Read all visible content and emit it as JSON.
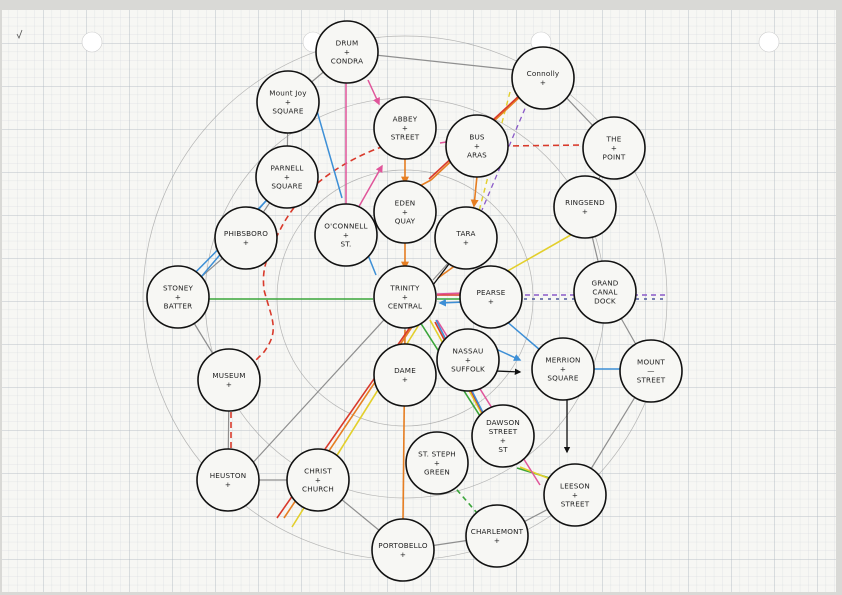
{
  "stations": [
    {
      "id": "drum",
      "lines": [
        "DRUM",
        "+",
        "CONDRA"
      ]
    },
    {
      "id": "mountjoy",
      "lines": [
        "Mount Joy",
        "+",
        "SQUARE"
      ]
    },
    {
      "id": "abbey",
      "lines": [
        "ABBEY",
        "+",
        "STREET"
      ]
    },
    {
      "id": "busaras",
      "lines": [
        "BUS",
        "+",
        "ARAS"
      ]
    },
    {
      "id": "connolly",
      "lines": [
        "Connolly",
        "+"
      ]
    },
    {
      "id": "thepoint",
      "lines": [
        "THE",
        "+",
        "POINT"
      ]
    },
    {
      "id": "parnell",
      "lines": [
        "PARNELL",
        "+",
        "SQUARE"
      ]
    },
    {
      "id": "ringsend",
      "lines": [
        "RINGSEND",
        "+"
      ]
    },
    {
      "id": "phibsboro",
      "lines": [
        "PHIBSBORO",
        "+"
      ]
    },
    {
      "id": "oconnell",
      "lines": [
        "O'CONNELL",
        "+",
        "ST."
      ]
    },
    {
      "id": "eden",
      "lines": [
        "EDEN",
        "+",
        "QUAY"
      ]
    },
    {
      "id": "tara",
      "lines": [
        "TARA",
        "+"
      ]
    },
    {
      "id": "stoney",
      "lines": [
        "STONEY",
        "+",
        "BATTER"
      ]
    },
    {
      "id": "trinity",
      "lines": [
        "TRINITY",
        "+",
        "CENTRAL"
      ]
    },
    {
      "id": "pearse",
      "lines": [
        "PEARSE",
        "+"
      ]
    },
    {
      "id": "grandcanal",
      "lines": [
        "GRAND",
        "CANAL",
        "DOCK"
      ]
    },
    {
      "id": "nassau",
      "lines": [
        "NASSAU",
        "+",
        "SUFFOLK"
      ]
    },
    {
      "id": "merrion",
      "lines": [
        "MERRION",
        "+",
        "SQUARE"
      ]
    },
    {
      "id": "mountst",
      "lines": [
        "MOUNT",
        "—",
        "STREET"
      ]
    },
    {
      "id": "museum",
      "lines": [
        "MUSEUM",
        "+"
      ]
    },
    {
      "id": "dame",
      "lines": [
        "DAME",
        "+"
      ]
    },
    {
      "id": "dawson",
      "lines": [
        "DAWSON",
        "STREET",
        "+",
        "ST"
      ]
    },
    {
      "id": "heuston",
      "lines": [
        "HEUSTON",
        "+"
      ]
    },
    {
      "id": "christchurch",
      "lines": [
        "CHRIST",
        "+",
        "CHURCH"
      ]
    },
    {
      "id": "ststephens",
      "lines": [
        "ST. STEPH",
        "+",
        "GREEN"
      ]
    },
    {
      "id": "leeson",
      "lines": [
        "LEESON",
        "+",
        "STREET"
      ]
    },
    {
      "id": "charlemont",
      "lines": [
        "CHARLEMONT",
        "+"
      ]
    },
    {
      "id": "portobello",
      "lines": [
        "PORTOBELLO",
        "+"
      ]
    }
  ],
  "colors": {
    "paper": "#f7f7f4",
    "grid_minor": "#cfd4da",
    "grid_major": "#aeb6c0",
    "pencil": "#9a9a9a",
    "green": "#3aa53a",
    "red": "#d93a2b",
    "orange": "#e67e22",
    "yellow": "#e3cf2b",
    "blue": "#3d8fd6",
    "pink": "#e0559a",
    "purple": "#8a5ac8",
    "navy": "#2e3a8c",
    "black": "#111111",
    "brown": "#b0562a"
  }
}
